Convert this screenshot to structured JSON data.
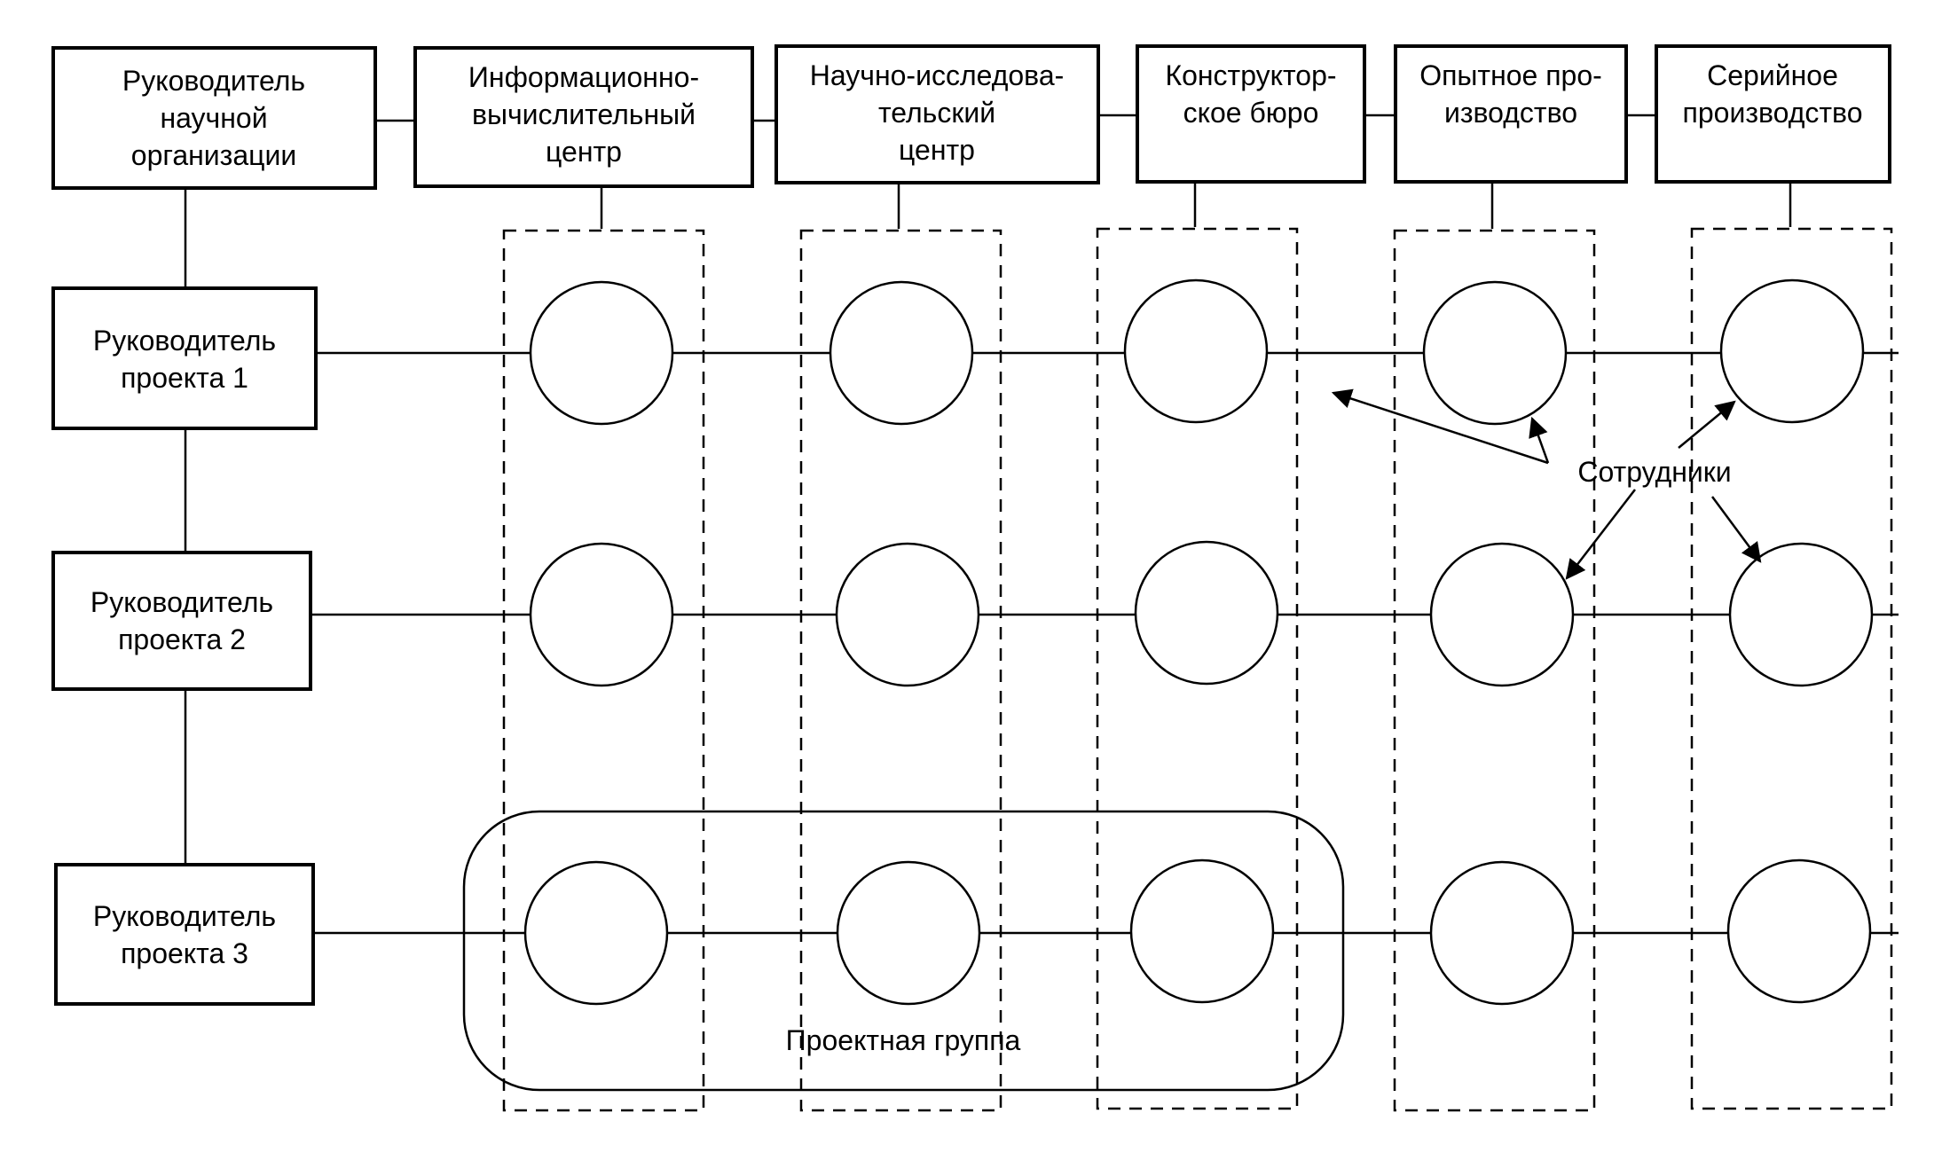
{
  "top_boxes": [
    [
      "Руководитель",
      "научной",
      "организации"
    ],
    [
      "Информационно-",
      "вычислительный",
      "центр"
    ],
    [
      "Научно-исследова-",
      "тельский",
      "центр"
    ],
    [
      "Конструктор-",
      "ское бюро"
    ],
    [
      "Опытное про-",
      "изводство"
    ],
    [
      "Серийное",
      "производство"
    ]
  ],
  "project_managers": [
    [
      "Руководитель",
      "проекта 1"
    ],
    [
      "Руководитель",
      "проекта 2"
    ],
    [
      "Руководитель",
      "проекта 3"
    ]
  ],
  "employees_label": "Сотрудники",
  "project_group_label": "Проектная группа"
}
